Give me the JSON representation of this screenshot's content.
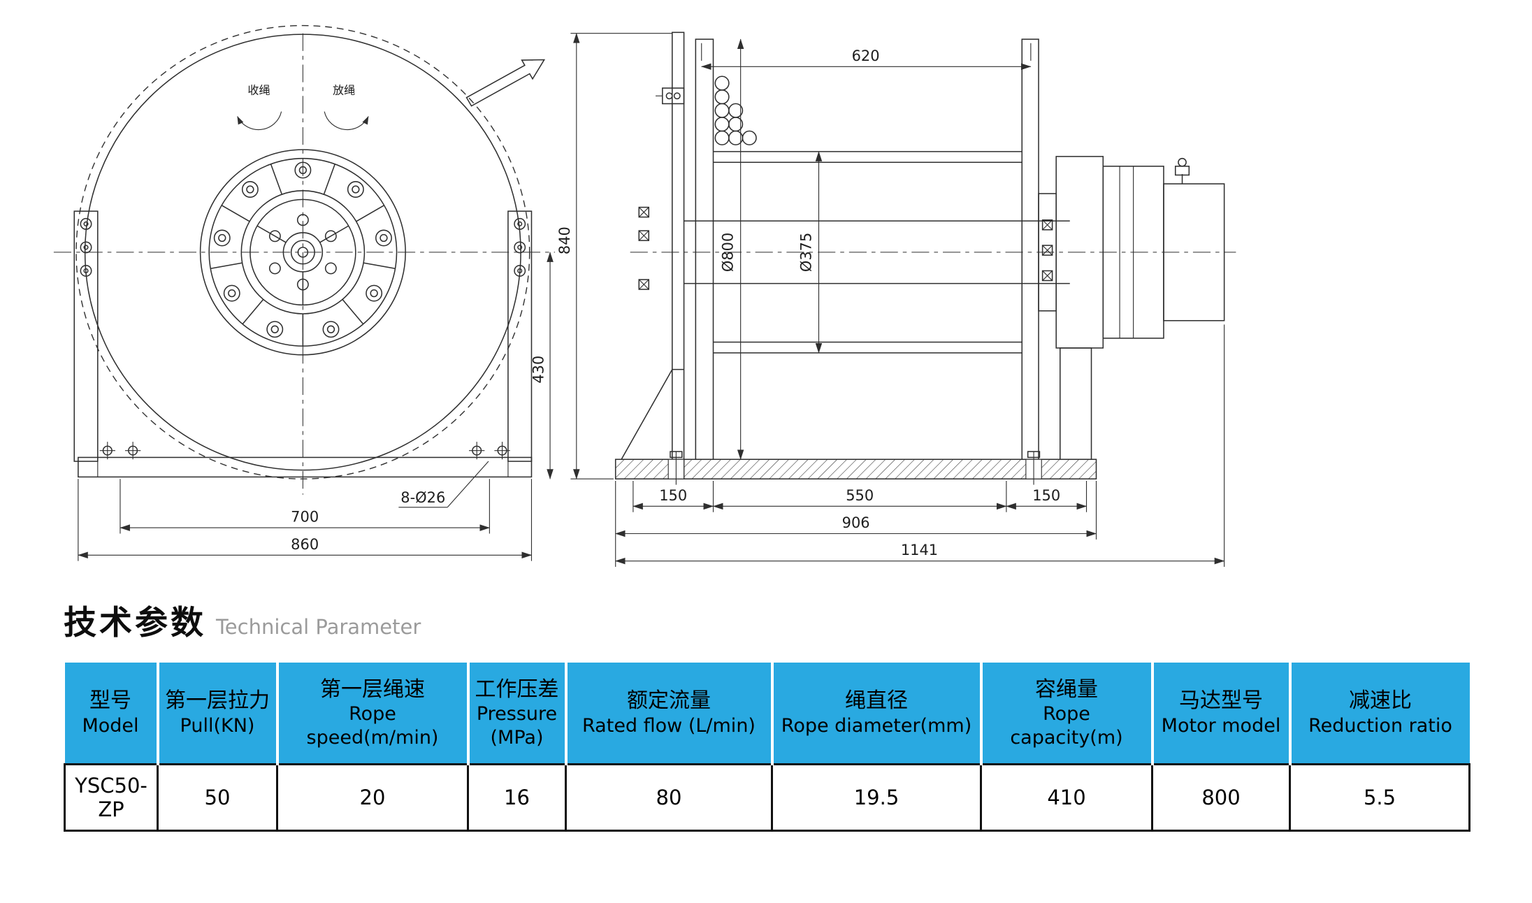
{
  "drawing": {
    "front": {
      "rotate_in": "收绳",
      "rotate_out": "放绳",
      "dim_bolt_span": "700",
      "dim_base_width": "860",
      "dim_holes": "8-Ø26"
    },
    "side": {
      "dim_drum_width": "620",
      "dim_total_height": "840",
      "dim_center_height": "430",
      "dim_flange_dia": "Ø800",
      "dim_drum_dia": "Ø375",
      "dim_left_offset": "150",
      "dim_bolt_span": "550",
      "dim_right_offset": "150",
      "dim_base_length": "906",
      "dim_total_length": "1141"
    }
  },
  "section_title": {
    "zh": "技术参数",
    "en": "Technical Parameter"
  },
  "table": {
    "header_color": "#29a9e1",
    "columns": [
      {
        "zh": "型号",
        "en": "Model"
      },
      {
        "zh": "第一层拉力",
        "en": "Pull(KN)"
      },
      {
        "zh": "第一层绳速",
        "en": "Rope speed(m/min)"
      },
      {
        "zh": "工作压差",
        "en": "Pressure (MPa)"
      },
      {
        "zh": "额定流量",
        "en": "Rated flow (L/min)"
      },
      {
        "zh": "绳直径",
        "en": "Rope diameter(mm)"
      },
      {
        "zh": "容绳量",
        "en": "Rope capacity(m)"
      },
      {
        "zh": "马达型号",
        "en": "Motor model"
      },
      {
        "zh": "减速比",
        "en": "Reduction ratio"
      }
    ],
    "row": [
      "YSC50-ZP",
      "50",
      "20",
      "16",
      "80",
      "19.5",
      "410",
      "800",
      "5.5"
    ]
  }
}
